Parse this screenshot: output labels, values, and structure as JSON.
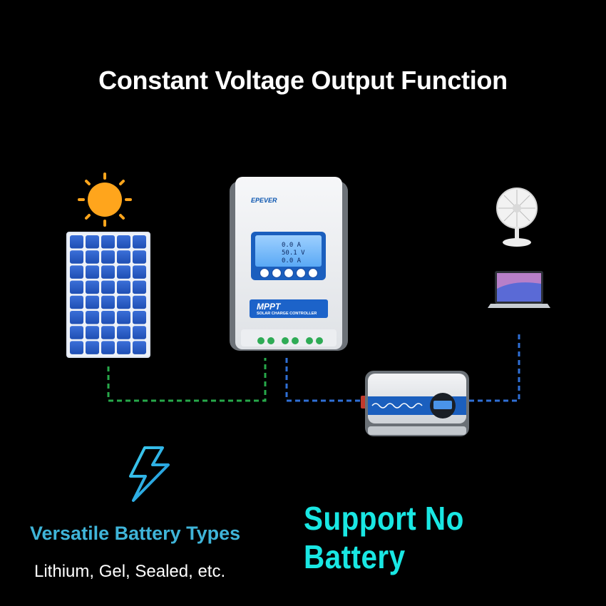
{
  "title": "Constant Voltage Output Function",
  "controller": {
    "brand": "EPEVER",
    "model_label": "MPPT",
    "subtitle": "SOLAR CHARGE CONTROLLER",
    "lcd_readings": [
      "0.0 A",
      "50.1 V",
      "0.0 A"
    ]
  },
  "headline": "Support No Battery",
  "battery_types": {
    "heading": "Versatile Battery Types",
    "list": "Lithium, Gel, Sealed, etc."
  },
  "colors": {
    "background": "#000000",
    "pv_wire": "#27a84a",
    "load_wire": "#2f6fd6",
    "headline": "#19e7e3",
    "bolt": "#35b6e6"
  },
  "icons": [
    "sun-icon",
    "solar-panel-icon",
    "fan-icon",
    "laptop-icon",
    "lightning-bolt-icon"
  ]
}
